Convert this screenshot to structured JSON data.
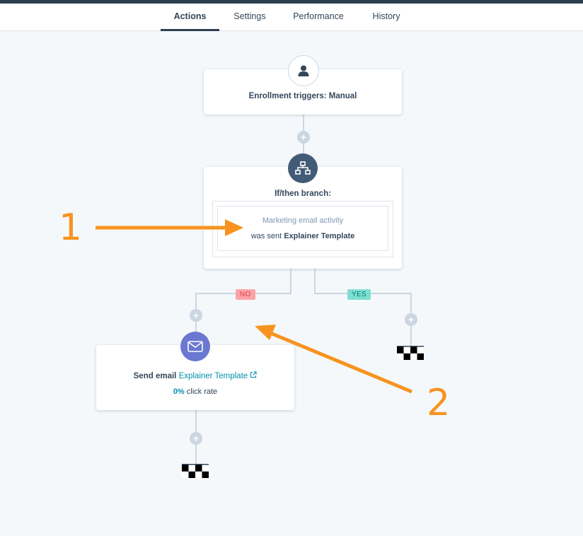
{
  "tabs": [
    {
      "label": "Actions",
      "active": true
    },
    {
      "label": "Settings",
      "active": false
    },
    {
      "label": "Performance",
      "active": false
    },
    {
      "label": "History",
      "active": false
    }
  ],
  "trigger": {
    "title": "Enrollment triggers: Manual",
    "icon": "user-icon"
  },
  "branch": {
    "title": "If/then branch:",
    "icon": "branch-icon",
    "criteria_label": "Marketing email activity",
    "criteria_prefix": "was sent",
    "criteria_value": "Explainer Template"
  },
  "badges": {
    "no": "NO",
    "yes": "YES"
  },
  "send_email": {
    "prefix": "Send email",
    "template": "Explainer Template",
    "icon": "envelope-icon",
    "rate_value": "0%",
    "rate_label": "click rate"
  },
  "annotations": [
    "1",
    "2"
  ],
  "colors": {
    "accent": "#f7931e",
    "dark_node": "#425b76",
    "email_node": "#6a78d1",
    "no_badge": "#f2545b",
    "yes_badge": "#00bda5",
    "link": "#0091ae"
  }
}
